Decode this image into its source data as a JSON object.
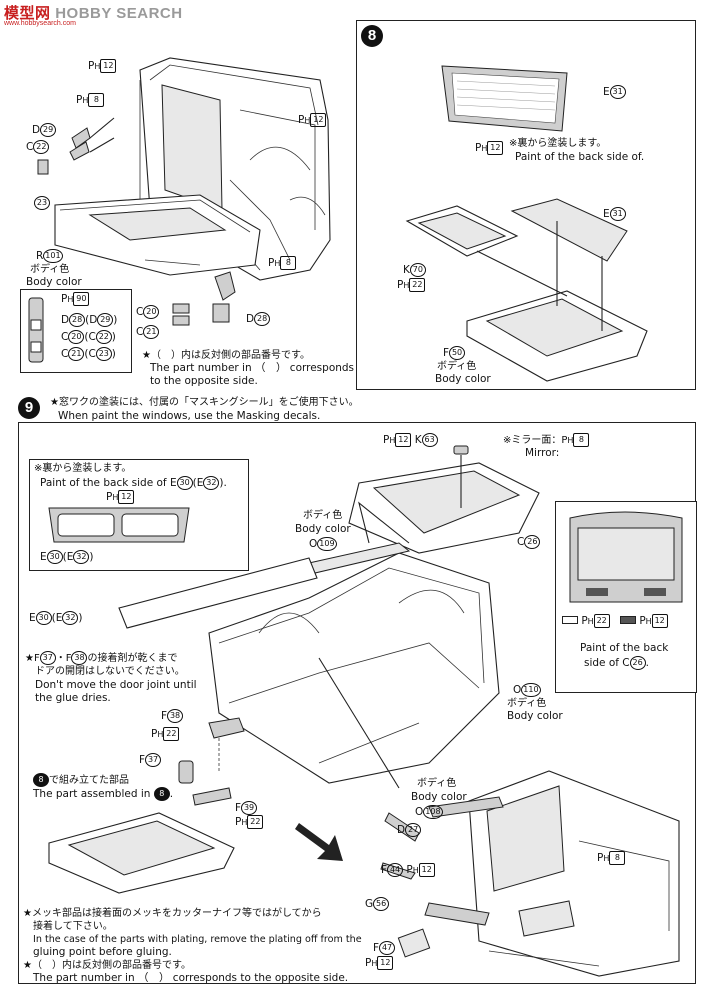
{
  "watermark": {
    "brand_cn": "模型网",
    "brand_en": "HOBBY SEARCH",
    "url": "www.hobbysearch.com"
  },
  "step8": {
    "number": "8",
    "e31_top": "E",
    "e31_top_num": "31",
    "ph12": "12",
    "note_jp": "※裏から塗装します。",
    "note_en": "Paint of the back side of.",
    "e31_mid": "E",
    "e31_mid_num": "31",
    "k70": "K",
    "k70_num": "70",
    "ph22": "22",
    "f50": "F",
    "f50_num": "50",
    "body_color_jp": "ボディ色",
    "body_color_en": "Body color"
  },
  "step7": {
    "ph12_a": "12",
    "ph8_a": "8",
    "d29": "D",
    "d29_num": "29",
    "c22": "C",
    "c22_num": "22",
    "n23": "23",
    "ph12_b": "12",
    "ph8_b": "8",
    "r101": "R",
    "r101_num": "101",
    "body_color_jp": "ボディ色",
    "body_color_en": "Body color",
    "legend_ph90": "90",
    "legend_row1": "D",
    "legend_row1_a": "28",
    "legend_row1_b": "D",
    "legend_row1_c": "29",
    "legend_row2": "C",
    "legend_row2_a": "20",
    "legend_row2_b": "C",
    "legend_row2_c": "22",
    "legend_row3": "C",
    "legend_row3_a": "21",
    "legend_row3_b": "C",
    "legend_row3_c": "23",
    "c20": "C",
    "c20_num": "20",
    "c21": "C",
    "c21_num": "21",
    "d28": "D",
    "d28_num": "28",
    "note_jp": "★（　）内は反対側の部品番号です。",
    "note_en1": "The part number in （　） corresponds",
    "note_en2": "to the opposite side."
  },
  "step9": {
    "number": "9",
    "header_jp": "★窓ワクの塗装には、付属の「マスキングシール」をご使用下さい。",
    "header_en": "When paint the windows, use the Masking decals.",
    "inset_note_jp": "※裏から塗装します。",
    "inset_note_en": "Paint of the back side of",
    "inset_e30": "E",
    "inset_e30_num": "30",
    "inset_e32": "E",
    "inset_e32_num": "32",
    "inset_ph12": "12",
    "inset_label_e30": "E",
    "inset_label_e30_num": "30",
    "inset_label_e32": "E",
    "inset_label_e32_num": "32",
    "e30_main": "E",
    "e30_main_num": "30",
    "e32_main": "E",
    "e32_main_num": "32",
    "body_color_jp": "ボディ色",
    "body_color_en": "Body color",
    "o109": "O",
    "o109_num": "109",
    "ph12_k63": "12",
    "k63": "K",
    "k63_num": "63",
    "mirror_jp": "※ミラー面：",
    "mirror_ph": "8",
    "mirror_en": "Mirror:",
    "c26": "C",
    "c26_num": "26",
    "right_ph22": "22",
    "right_ph12": "12",
    "right_note1": "Paint of the back",
    "right_note2": "side of C",
    "right_note2_num": "26",
    "o110": "O",
    "o110_num": "110",
    "body_color2_jp": "ボディ色",
    "body_color2_en": "Body color",
    "warn_jp1": "★F",
    "warn_num1": "37",
    "warn_jp1b": "・F",
    "warn_num2": "38",
    "warn_jp1c": "の接着剤が乾くまで",
    "warn_jp2": "ドアの開閉はしないでください。",
    "warn_en1": "Don't move the door joint until",
    "warn_en2": "the glue dries.",
    "f38": "F",
    "f38_num": "38",
    "ph22_f38": "22",
    "f37": "F",
    "f37_num": "37",
    "f39": "F",
    "f39_num": "39",
    "ph22_f39": "22",
    "assembled_jp": "で組み立てた部品",
    "assembled_num": "8",
    "assembled_en": "The part assembled in",
    "body_color3_jp": "ボディ色",
    "body_color3_en": "Body color",
    "o108": "O",
    "o108_num": "108",
    "d27": "D",
    "d27_num": "27",
    "ph8_rear": "8",
    "f44": "F",
    "f44_num": "44",
    "ph12_f44": "12",
    "g56": "G",
    "g56_num": "56",
    "f47": "F",
    "f47_num": "47",
    "ph12_f47": "12",
    "plating_jp1": "★メッキ部品は接着面のメッキをカッターナイフ等ではがしてから",
    "plating_jp2": "接着して下さい。",
    "plating_en1": "In the case of the parts with plating, remove the plating off from the",
    "plating_en2": "gluing point before gluing.",
    "opp_jp": "★（　）内は反対側の部品番号です。",
    "opp_en": "The part number in （　） corresponds to the opposite side."
  }
}
